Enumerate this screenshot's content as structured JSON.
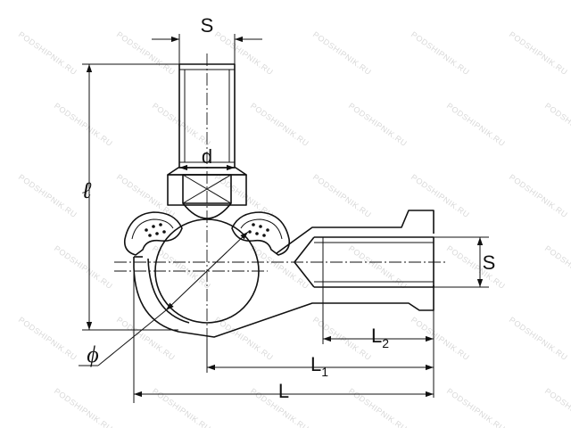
{
  "labels": {
    "s_top": "S",
    "d": "d",
    "l_height": "ℓ",
    "s_right": "S",
    "phi": "ϕ",
    "l2_main": "L",
    "l2_sub": "2",
    "l1_main": "L",
    "l1_sub": "1",
    "l_total": "L"
  },
  "watermark": "PODSHIPNIK.RU"
}
